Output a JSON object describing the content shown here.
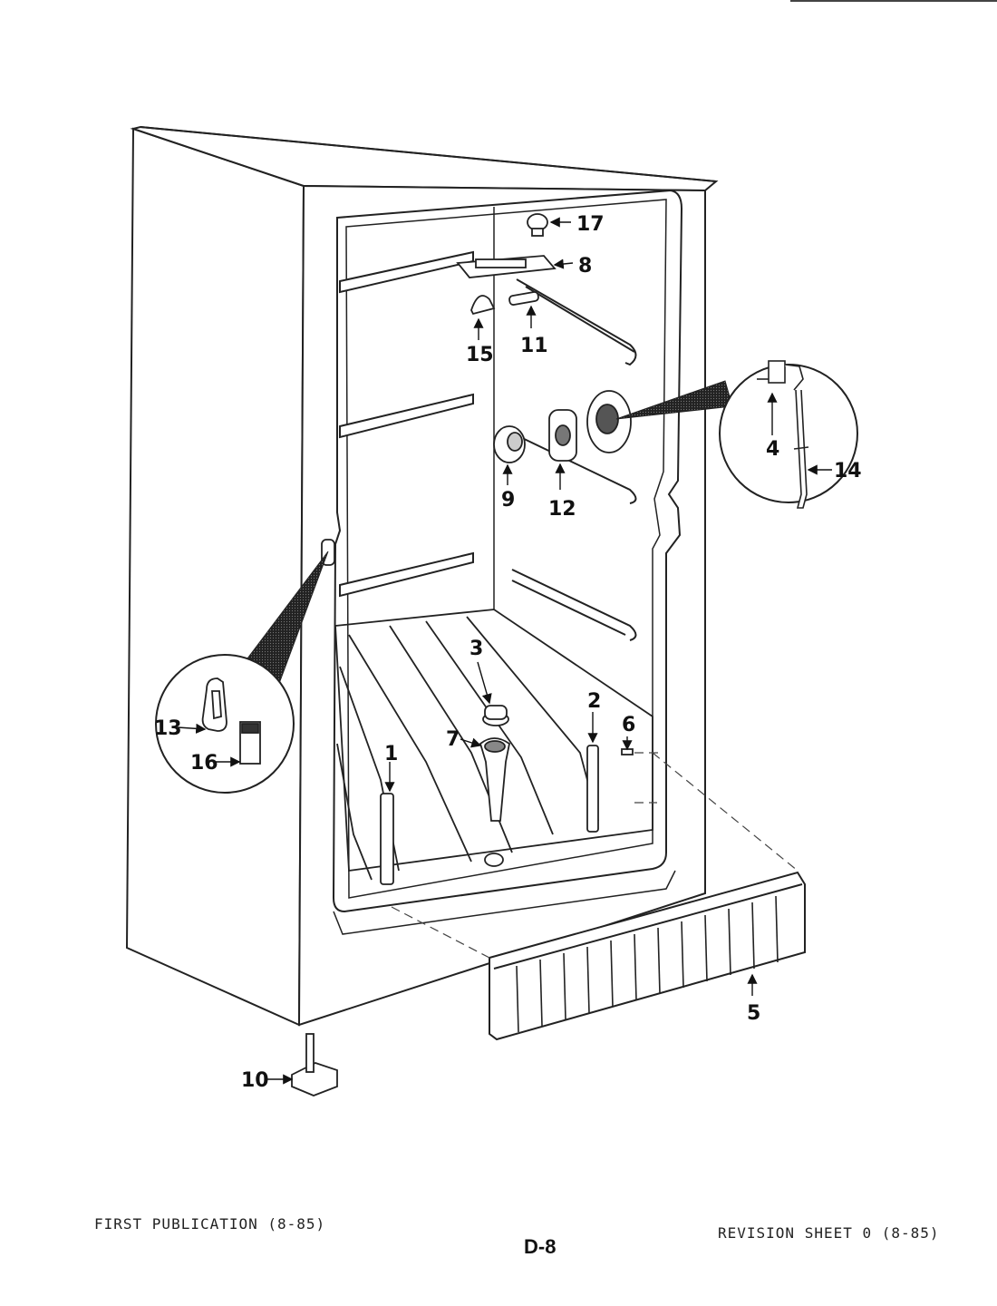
{
  "callouts": {
    "c1": "1",
    "c2": "2",
    "c3": "3",
    "c4": "4",
    "c5": "5",
    "c6": "6",
    "c7": "7",
    "c8": "8",
    "c9": "9",
    "c10": "10",
    "c11": "11",
    "c12": "12",
    "c13": "13",
    "c14": "14",
    "c15": "15",
    "c16": "16",
    "c17": "17"
  },
  "footer": {
    "first_publication": "FIRST PUBLICATION (8-85)",
    "page_number": "D-8",
    "revision": "REVISION SHEET 0 (8-85)"
  }
}
